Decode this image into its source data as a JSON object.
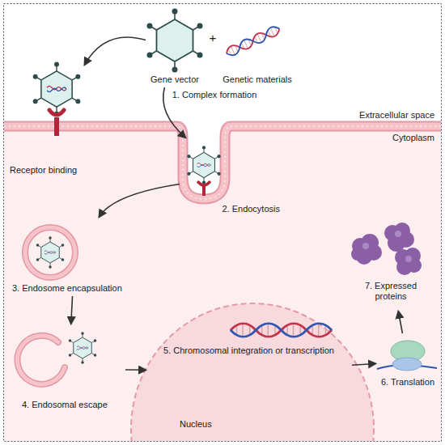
{
  "diagram": {
    "nodes": [
      {
        "text": [
          "Extracellular space"
        ]
      },
      {
        "text": [
          "Gene vector"
        ],
        "in": 0
      },
      {
        "text": [
          "Genetic materials"
        ],
        "in": 0
      },
      {
        "text": [
          "Receptor binding"
        ]
      },
      {
        "text": [
          "Cytoplasm"
        ]
      },
      {
        "text": [
          "2. Endocytosis"
        ]
      },
      {
        "text": [
          "3. Endosome encapsulation"
        ],
        "in": 4
      },
      {
        "text": [
          "4. Endosomal escape"
        ],
        "in": 4
      },
      {
        "text": [
          "5. Chromosomal integration or transcription",
          "Nucleus"
        ],
        "in": 4
      },
      {
        "text": [
          "6. Translation"
        ],
        "in": 4
      },
      {
        "text": [
          "7. Expressed proteins"
        ],
        "in": 4
      }
    ],
    "edges": [
      {
        "from": 1,
        "to": 3,
        "arrow": "to"
      },
      {
        "from": 1,
        "to": 5,
        "arrow": "to"
      },
      {
        "from": 5,
        "to": 6,
        "arrow": "to"
      },
      {
        "from": 6,
        "to": 7,
        "arrow": "to"
      },
      {
        "from": 7,
        "to": 8,
        "arrow": "to"
      },
      {
        "from": 8,
        "to": 9,
        "arrow": "to"
      },
      {
        "from": 9,
        "to": 10,
        "arrow": "to"
      }
    ],
    "labels": [
      "+",
      "1. Complex formation"
    ]
  }
}
